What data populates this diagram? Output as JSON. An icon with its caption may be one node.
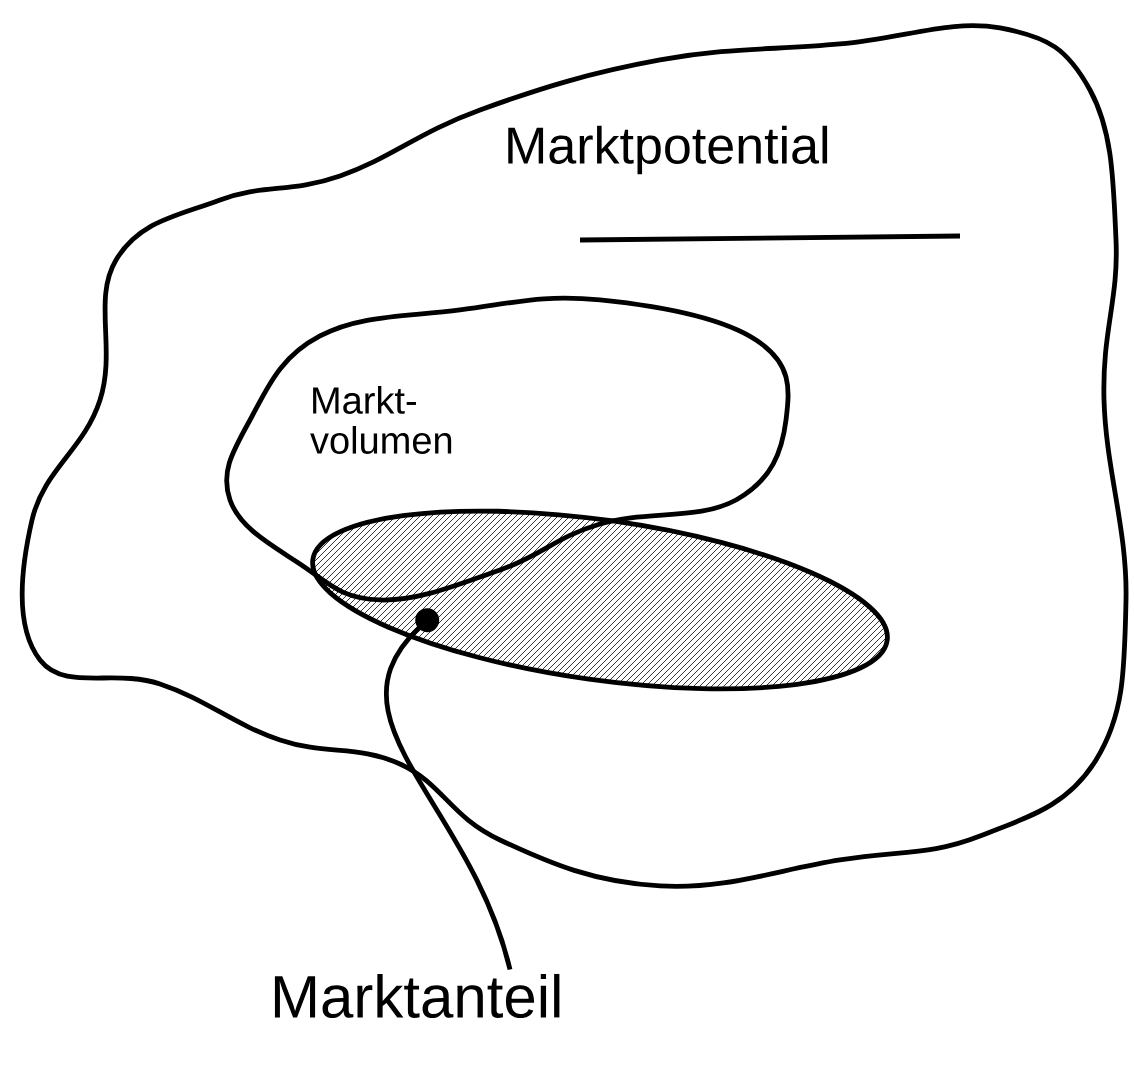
{
  "diagram": {
    "nodes": [
      {
        "text": [
          "Marktpotential"
        ]
      },
      {
        "text": [
          "Markt- volumen"
        ],
        "in": 0
      },
      {
        "text": [],
        "shape": "ellipse",
        "in": 0
      },
      {
        "text": [
          "Marktanteil"
        ]
      }
    ],
    "edges": [
      {
        "from": 3,
        "to": 2,
        "arrow": "other"
      }
    ]
  }
}
